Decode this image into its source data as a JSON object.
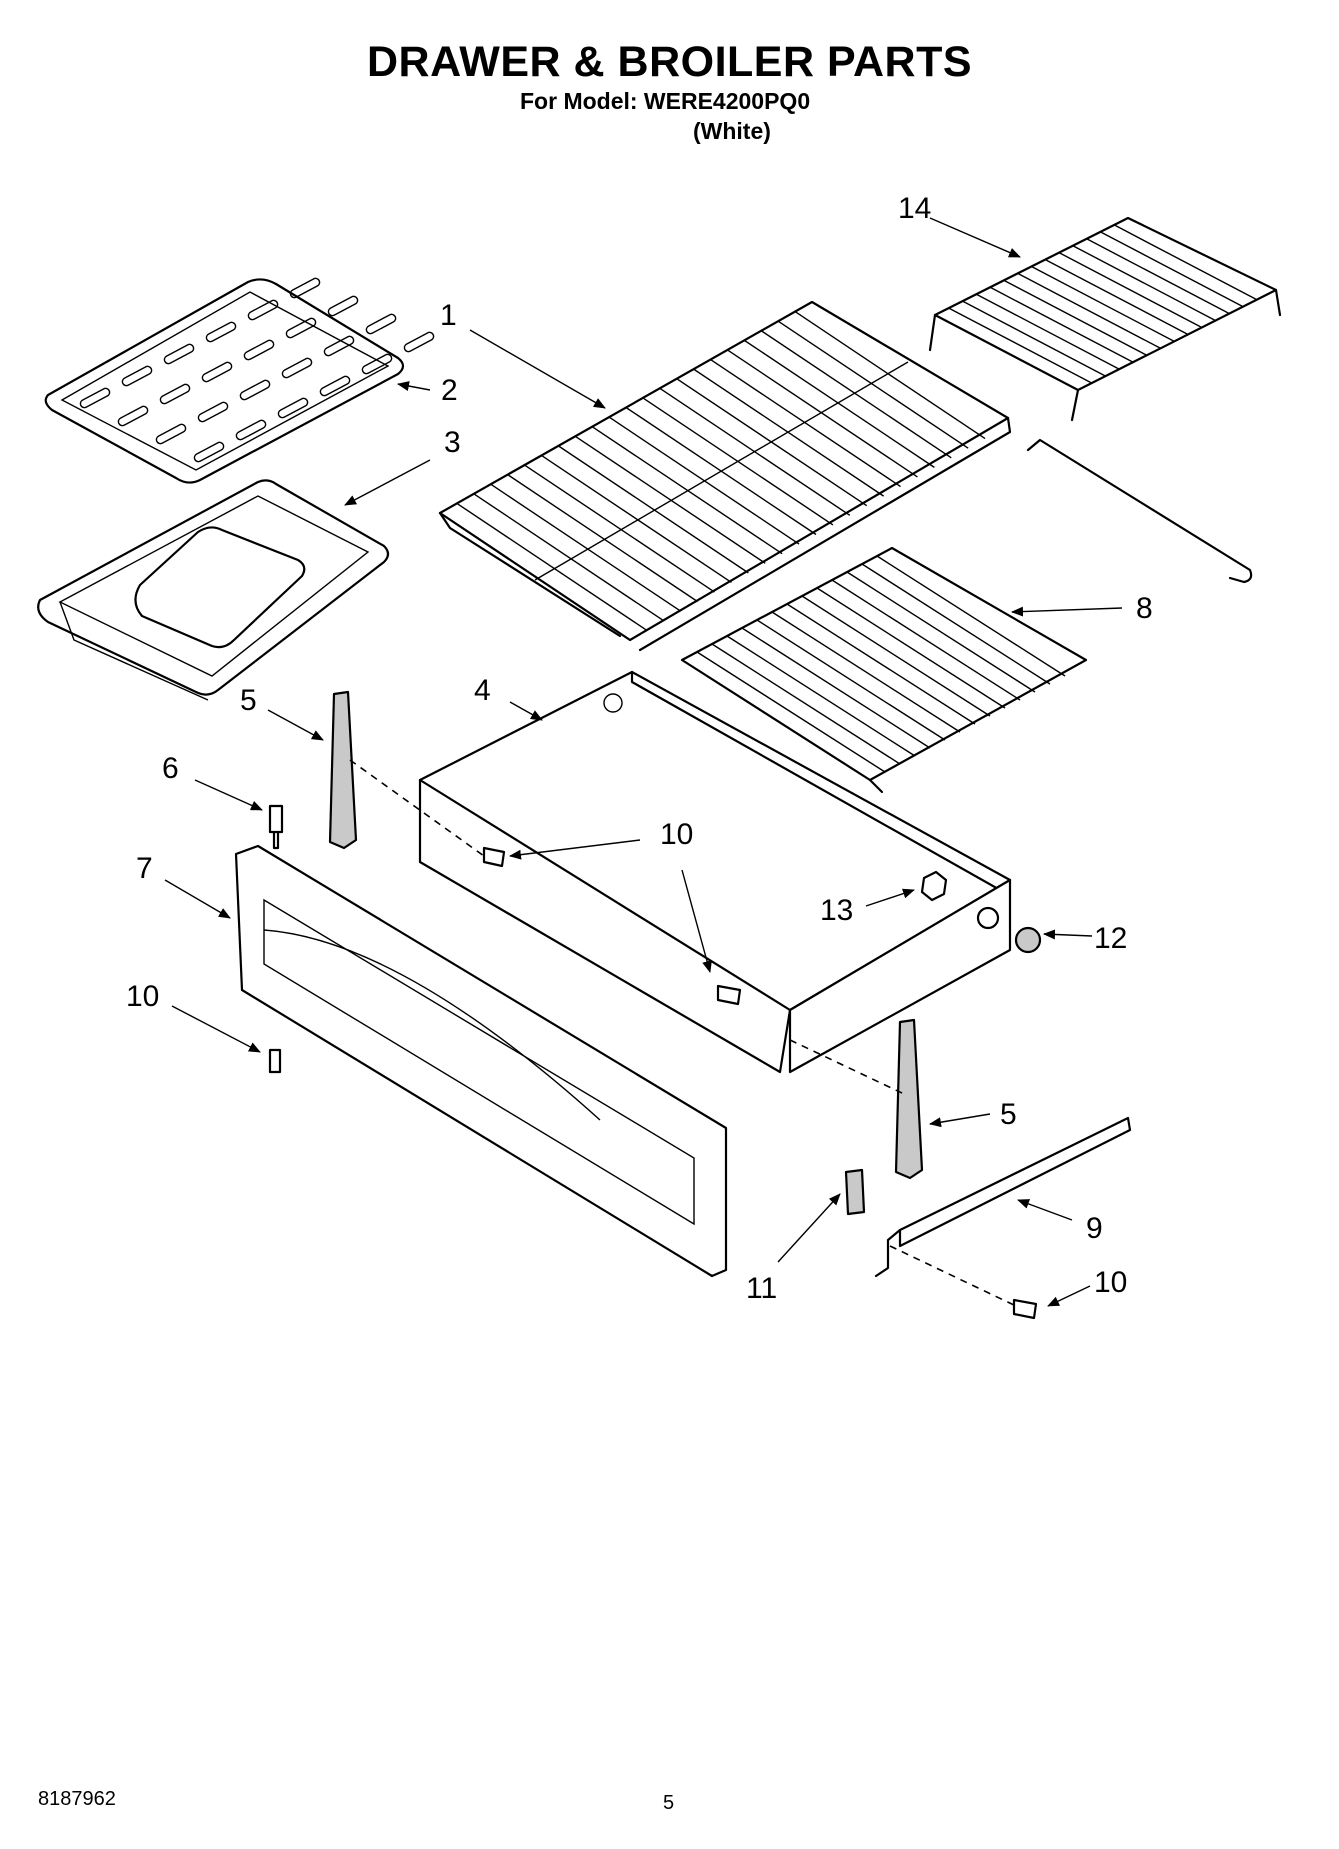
{
  "header": {
    "title": "DRAWER & BROILER PARTS",
    "model_line": "For Model: WERE4200PQ0",
    "variant": "(White)"
  },
  "callouts": {
    "c1": "1",
    "c2": "2",
    "c3": "3",
    "c4": "4",
    "c5a": "5",
    "c5b": "5",
    "c6": "6",
    "c7": "7",
    "c8": "8",
    "c9": "9",
    "c10a": "10",
    "c10b": "10",
    "c10c": "10",
    "c11": "11",
    "c12": "12",
    "c13": "13",
    "c14": "14"
  },
  "footer": {
    "doc_number": "8187962",
    "page_number": "5"
  }
}
